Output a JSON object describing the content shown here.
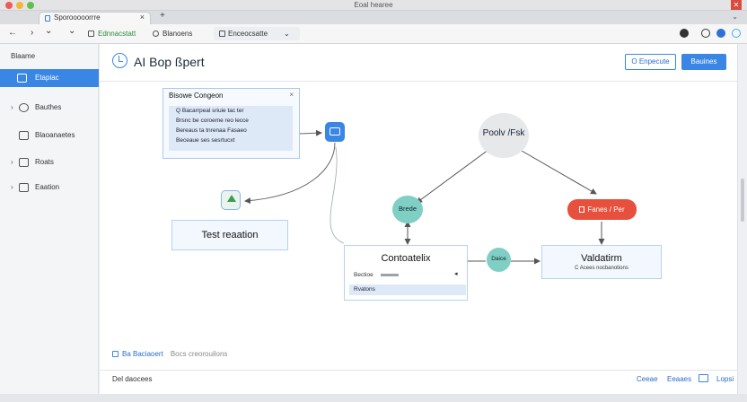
{
  "window": {
    "title": "Eoal hearee",
    "close_glyph": "✕"
  },
  "tab": {
    "label": "Sporooooorrre",
    "close_glyph": "×",
    "new_tab_glyph": "+",
    "menu_glyph": "⌄"
  },
  "toolbar": {
    "back_glyph": "←",
    "forward_glyph": "›",
    "down_glyph": "⌄",
    "reload_glyph": "⌄",
    "chip1": "Ednnacstatt",
    "chip2": "Blanoens",
    "url": "Enceocsatte",
    "url_caret": "⌄"
  },
  "sidebar": {
    "heading": "Blaame",
    "items": [
      {
        "label": "Etapiac"
      },
      {
        "label": "Bauthes"
      },
      {
        "label": "Blaoanaetes"
      },
      {
        "label": "Roats"
      },
      {
        "label": "Eaation"
      }
    ]
  },
  "app": {
    "title": "AI Bop ßpert",
    "btn_outline": "O Enpecute",
    "btn_primary": "Bauines"
  },
  "panel": {
    "title": "Bisowe Congeon",
    "close_glyph": "×",
    "rows": [
      "Q Bacarrpeal sriuie tac ter",
      "Brsnc be coroeme reo lecce",
      "Bereaus ta tnrenaa Fasaeo",
      "Beceaue ses sesrtucxt"
    ]
  },
  "diagram": {
    "test_box": "Test reaation",
    "top_circle": "Poolv /Fsk",
    "teal_circle": "Brede",
    "red_pill": "Fanes / Per",
    "center_box_title": "Contoatelix",
    "center_box_row1": "Bectioe",
    "center_box_row2": "Rvatons",
    "mid_circle": "Daice",
    "validation_title": "Valdatirm",
    "validation_sub": "C Acees nocbanotions"
  },
  "footer": {
    "status_primary": "Ba Baciaoert",
    "status_secondary": "Bocs creorouilons",
    "left": "Del daocees",
    "right1": "Ceeae",
    "right2": "Eeaaes",
    "link": "Lopsi"
  },
  "colors": {
    "accent": "#3a86e4",
    "teal": "#7fcfc4",
    "red": "#e8503e",
    "grey_node": "#e7e8ea"
  }
}
